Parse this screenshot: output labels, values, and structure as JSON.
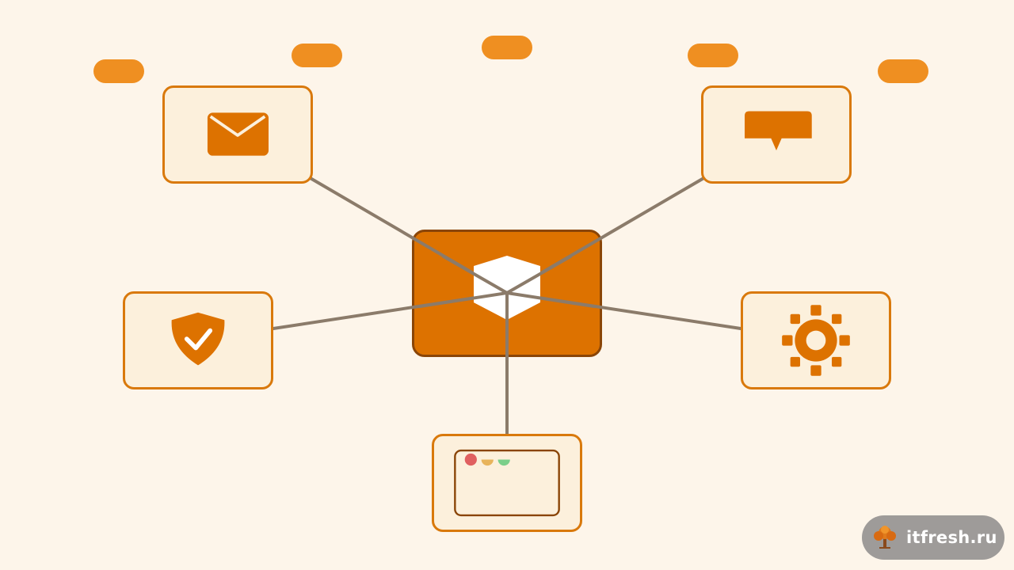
{
  "colors": {
    "background": "#fdf5ea",
    "accent_orange": "#ef8f21",
    "hub_fill": "#dd7200",
    "hub_border": "#8a4507",
    "node_fill": "#fcf0dc",
    "node_border": "#d9790c",
    "icon_orange": "#dd7200",
    "connector": "#8b7b6a",
    "window_dot_red": "#e06060",
    "window_dot_yellow": "#e8b45c",
    "window_dot_green": "#7ccf8a"
  },
  "hub": {
    "icon": "cube-icon"
  },
  "nodes": [
    {
      "id": "mail",
      "icon": "envelope-icon"
    },
    {
      "id": "chat",
      "icon": "speech-bubble-icon"
    },
    {
      "id": "security",
      "icon": "shield-check-icon"
    },
    {
      "id": "settings",
      "icon": "gear-icon"
    },
    {
      "id": "window",
      "icon": "app-window-icon"
    }
  ],
  "watermark": {
    "text": "itfresh.ru",
    "icon": "tree-logo-icon"
  }
}
